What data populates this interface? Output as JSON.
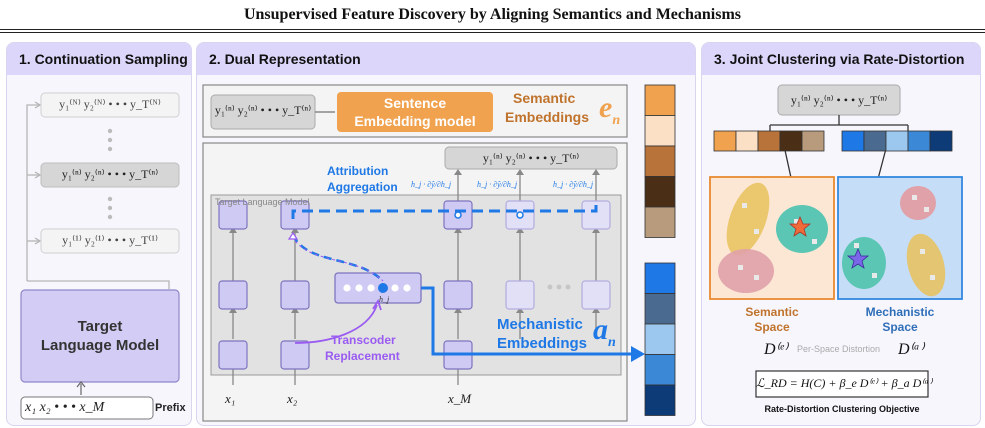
{
  "title": "Unsupervised Feature Discovery by Aligning Semantics and Mechanisms",
  "panels": [
    {
      "label": "1. Continuation Sampling"
    },
    {
      "label": "2. Dual Representation"
    },
    {
      "label": "3. Joint Clustering via Rate-Distortion"
    }
  ],
  "p1": {
    "seq_n": "y₁⁽ᴺ⁾ y₂⁽ᴺ⁾ • • • y_T⁽ᴺ⁾",
    "seq_highlight": "y₁⁽ⁿ⁾ y₂⁽ⁿ⁾ • • • y_T⁽ⁿ⁾",
    "seq_1": "y₁⁽¹⁾ y₂⁽¹⁾ • • • y_T⁽¹⁾",
    "model_line1": "Target",
    "model_line2": "Language Model",
    "prefix_tokens": "x₁  x₂ • • • x_M",
    "prefix_label": "Prefix"
  },
  "p2": {
    "input_seq": "y₁⁽ⁿ⁾ y₂⁽ⁿ⁾ • • • y_T⁽ⁿ⁾",
    "embed_model_line1": "Sentence",
    "embed_model_line2": "Embedding model",
    "semantic_line1": "Semantic",
    "semantic_line2": "Embeddings",
    "semantic_symbol": "e",
    "semantic_sub": "n",
    "output_seq": "y₁⁽ⁿ⁾ y₂⁽ⁿ⁾ • • • y_T⁽ⁿ⁾",
    "attr_line1": "Attribution",
    "attr_line2": "Aggregation",
    "grad_term": "h_j · ∂ŷ/∂h_j",
    "lm_label": "Target Language Model",
    "h_label": "h_j",
    "transcoder_line1": "Transcoder",
    "transcoder_line2": "Replacement",
    "mech_line1": "Mechanistic",
    "mech_line2": "Embeddings",
    "mech_symbol": "a",
    "mech_sub": "n",
    "x1": "x₁",
    "x2": "x₂",
    "xm": "x_M",
    "semantic_colors": [
      "#f0a24f",
      "#fbe0c6",
      "#b8733a",
      "#4a2f16",
      "#b89a7c"
    ],
    "mech_colors": [
      "#1e78e6",
      "#4b6a8f",
      "#9cc7ef",
      "#3b88d6",
      "#0d3b78"
    ]
  },
  "p3": {
    "input_seq": "y₁⁽ⁿ⁾ y₂⁽ⁿ⁾ • • • y_T⁽ⁿ⁾",
    "semantic_space_line1": "Semantic",
    "semantic_space_line2": "Space",
    "mech_space_line1": "Mechanistic",
    "mech_space_line2": "Space",
    "d_e": "D⁽ᵉ⁾",
    "d_a": "D⁽ᵃ⁾",
    "per_space": "Per-Space Distortion",
    "objective": "ℒ_RD = H(C) + β_e D⁽ᵉ⁾ + β_a D⁽ᵃ⁾",
    "objective_label": "Rate-Distortion Clustering Objective"
  }
}
